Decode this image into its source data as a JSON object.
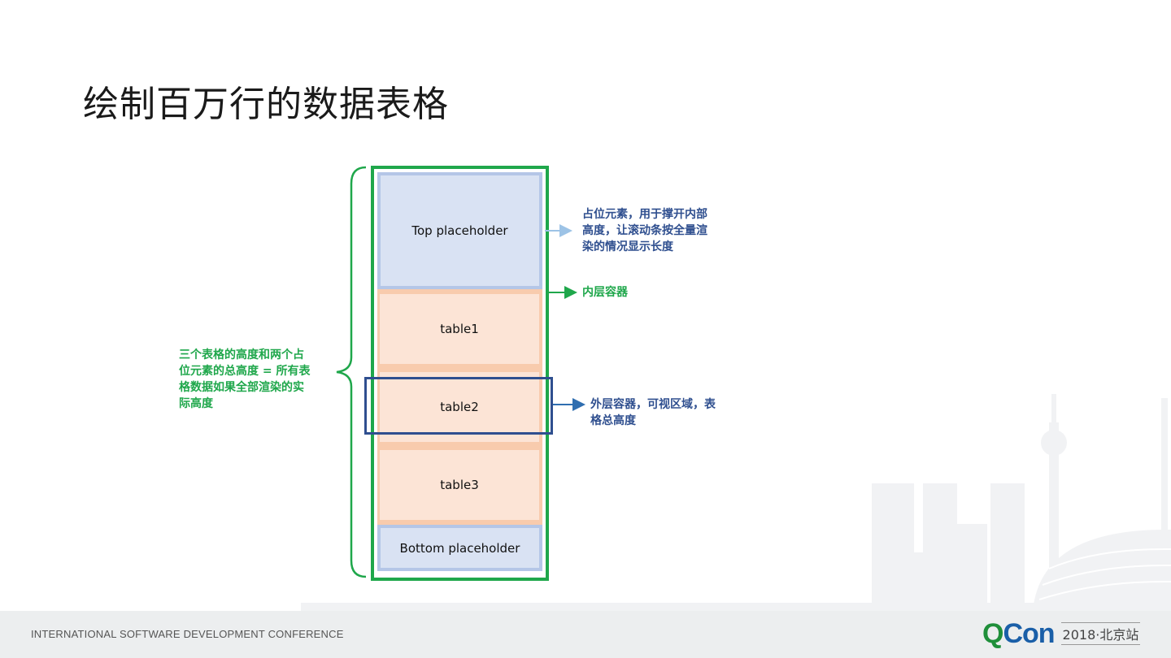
{
  "slide": {
    "title": "绘制百万行的数据表格"
  },
  "diagram": {
    "top_placeholder": "Top placeholder",
    "table1": "table1",
    "table2": "table2",
    "table3": "table3",
    "bottom_placeholder": "Bottom placeholder",
    "note_placeholder": [
      "占位元素，用于撑开内部",
      "高度，让滚动条按全量渲",
      "染的情况显示长度"
    ],
    "note_inner": "内层容器",
    "note_outer": [
      "外层容器，可视区域，表",
      "格总高度"
    ],
    "note_total": [
      "三个表格的高度和两个占",
      "位元素的总高度 = 所有表",
      "格数据如果全部渲染的实",
      "际高度"
    ]
  },
  "colors": {
    "green": "#1fa74b",
    "navy": "#2f4f8f",
    "placeholder_fill": "#d9e2f3",
    "table_fill": "#fce4d6"
  },
  "footer": {
    "conference": "INTERNATIONAL SOFTWARE DEVELOPMENT CONFERENCE",
    "logo_q": "Q",
    "logo_con": "Con",
    "logo_sub": "2018·北京站"
  }
}
